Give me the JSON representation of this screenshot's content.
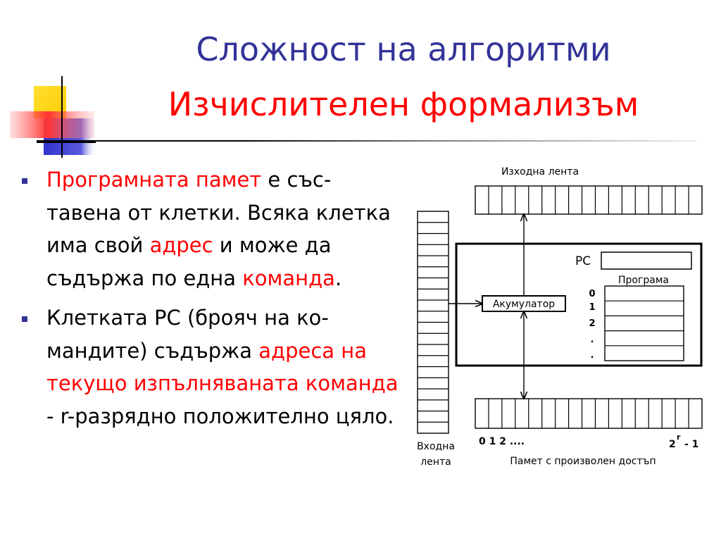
{
  "slide": {
    "title_line1": "Сложност на алгоритми",
    "title_line2": "Изчислителен формализъм"
  },
  "bullets": [
    {
      "parts": [
        {
          "text": "Програмната памет",
          "highlight": true
        },
        {
          "text": " е със-тавена от клетки. Всяка клетка има свой ",
          "highlight": false
        },
        {
          "text": "адрес",
          "highlight": true
        },
        {
          "text": " и може да съдържа по една ",
          "highlight": false
        },
        {
          "text": "команда",
          "highlight": true
        },
        {
          "text": ".",
          "highlight": false
        }
      ]
    },
    {
      "parts": [
        {
          "text": "Клетката PC (брояч на ко-мандите) съдържа ",
          "highlight": false
        },
        {
          "text": "адреса на текущо изпълняваната команда",
          "highlight": true
        },
        {
          "text": " - r-разрядно положително цяло.",
          "highlight": false
        }
      ]
    }
  ],
  "diagram": {
    "output_tape_label": "Изходна лента",
    "pc_label": "PC",
    "program_label": "Програма",
    "accumulator_label": "Акумулатор",
    "program_index_labels": [
      "0",
      "1",
      "2",
      ".",
      "."
    ],
    "input_tape_label_line1": "Входна",
    "input_tape_label_line2": "лента",
    "memory_index_start": "0 1 2 ....",
    "memory_index_end_base": "2",
    "memory_index_end_exp": "r",
    "memory_index_end_tail": "- 1",
    "memory_label": "Памет с произволен достъп"
  },
  "colors": {
    "title_primary": "#333399",
    "highlight": "#ff0000",
    "bullet": "#333399",
    "deco_yellow": "#ffcc00",
    "deco_blue": "#3333cc",
    "deco_red": "#ff3333"
  }
}
